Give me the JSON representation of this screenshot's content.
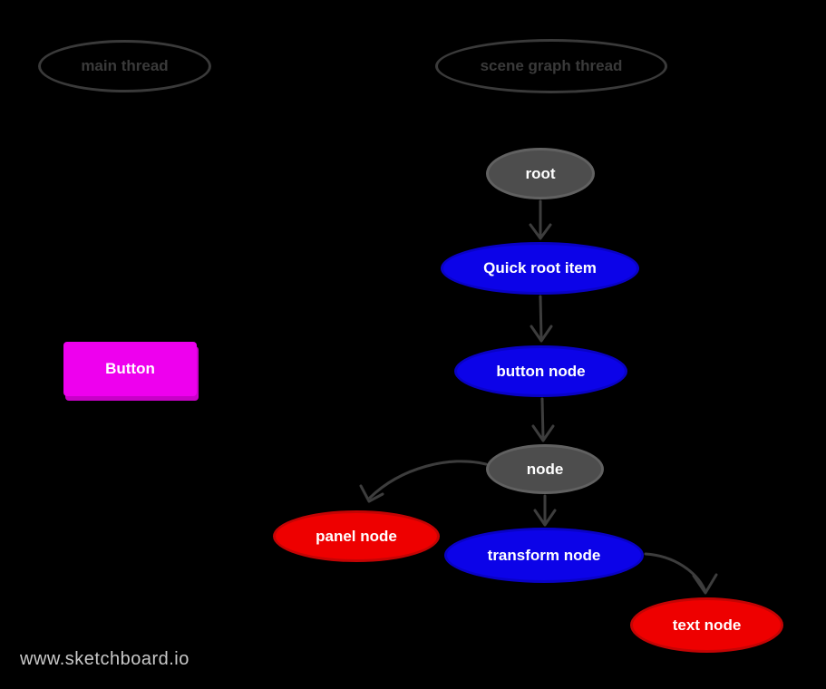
{
  "watermark": "www.sketchboard.io",
  "colors": {
    "background": "#000000",
    "lane_outline": "#3a3a3a",
    "node_gray": "#4d4d4d",
    "node_blue": "#0c03e8",
    "node_red": "#ee0000",
    "button_magenta": "#ee00ee",
    "arrow": "#3d3d3d",
    "node_label": "#ffffff"
  },
  "threads": {
    "main": {
      "label": "main thread"
    },
    "scene_graph": {
      "label": "scene graph thread"
    }
  },
  "main_thread_items": {
    "button": {
      "label": "Button"
    }
  },
  "scene_graph_nodes": {
    "root": {
      "label": "root",
      "color": "gray"
    },
    "quick_root_item": {
      "label": "Quick root item",
      "color": "blue"
    },
    "button_node": {
      "label": "button node",
      "color": "blue"
    },
    "node": {
      "label": "node",
      "color": "gray"
    },
    "panel_node": {
      "label": "panel node",
      "color": "red"
    },
    "transform_node": {
      "label": "transform node",
      "color": "blue"
    },
    "text_node": {
      "label": "text node",
      "color": "red"
    }
  },
  "edges": [
    {
      "from": "root",
      "to": "quick_root_item"
    },
    {
      "from": "quick_root_item",
      "to": "button_node"
    },
    {
      "from": "button_node",
      "to": "node"
    },
    {
      "from": "node",
      "to": "panel_node"
    },
    {
      "from": "node",
      "to": "transform_node"
    },
    {
      "from": "transform_node",
      "to": "text_node"
    }
  ]
}
